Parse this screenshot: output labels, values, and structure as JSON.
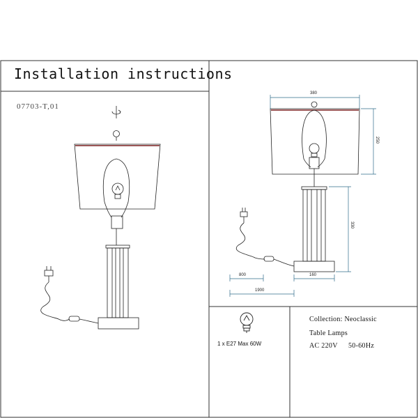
{
  "header": {
    "title": "Installation instructions"
  },
  "product": {
    "model": "07703-T,01"
  },
  "dimensions": {
    "shade_width": "380",
    "shade_height": "250",
    "base_height": "330",
    "base_width": "160",
    "switch_length": "800",
    "cord_length": "1900"
  },
  "bulb": {
    "spec": "1 x E27 Max 60W"
  },
  "specs": {
    "collection": "Collection: Neoclassic",
    "category": "Table Lamps",
    "voltage": "AC 220V",
    "frequency": "50-60Hz"
  },
  "colors": {
    "line": "#222222",
    "dimension": "#2f6b8a",
    "shade_lining": "#7a1f1f"
  }
}
